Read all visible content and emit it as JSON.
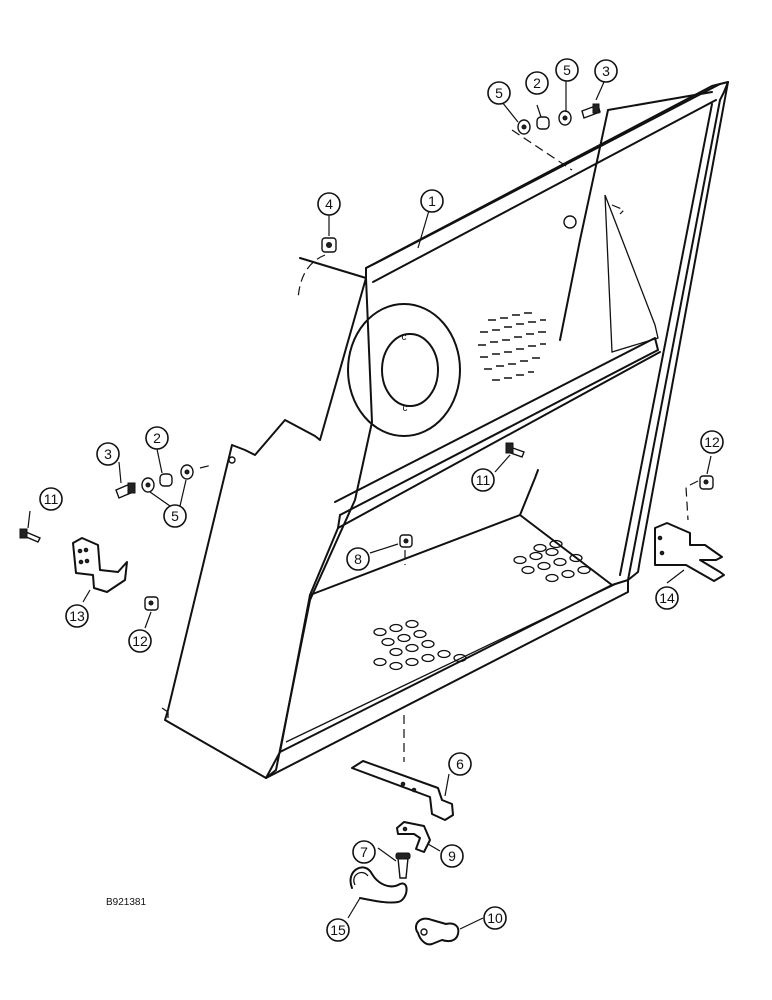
{
  "drawing_code": "B921381",
  "callouts": [
    "1",
    "2",
    "3",
    "4",
    "5",
    "6",
    "7",
    "8",
    "9",
    "10",
    "11",
    "12",
    "13",
    "14",
    "15"
  ]
}
